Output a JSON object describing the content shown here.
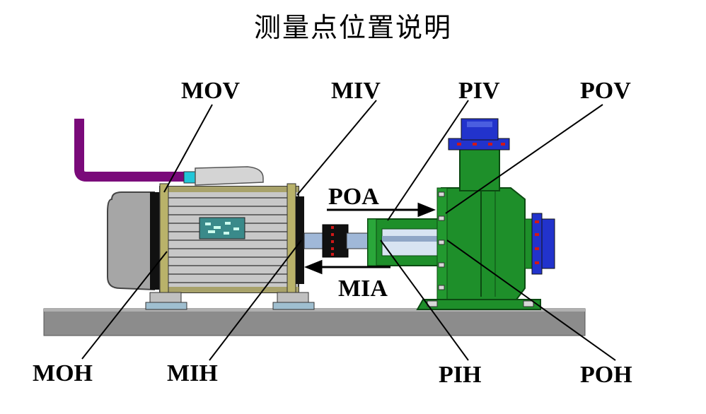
{
  "title": "测量点位置说明",
  "labels": {
    "mov": "MOV",
    "miv": "MIV",
    "piv": "PIV",
    "pov": "POV",
    "poa": "POA",
    "mia": "MIA",
    "moh": "MOH",
    "mih": "MIH",
    "pih": "PIH",
    "poh": "POH"
  },
  "colors": {
    "pump": "#1e8f2a",
    "flange": "#2233cc",
    "motor_body": "#c8c8c8",
    "motor_end": "#9a9a9a",
    "pipe": "#7a0a7a",
    "base": "#8c8c8c",
    "coupling_red": "#d01818"
  }
}
